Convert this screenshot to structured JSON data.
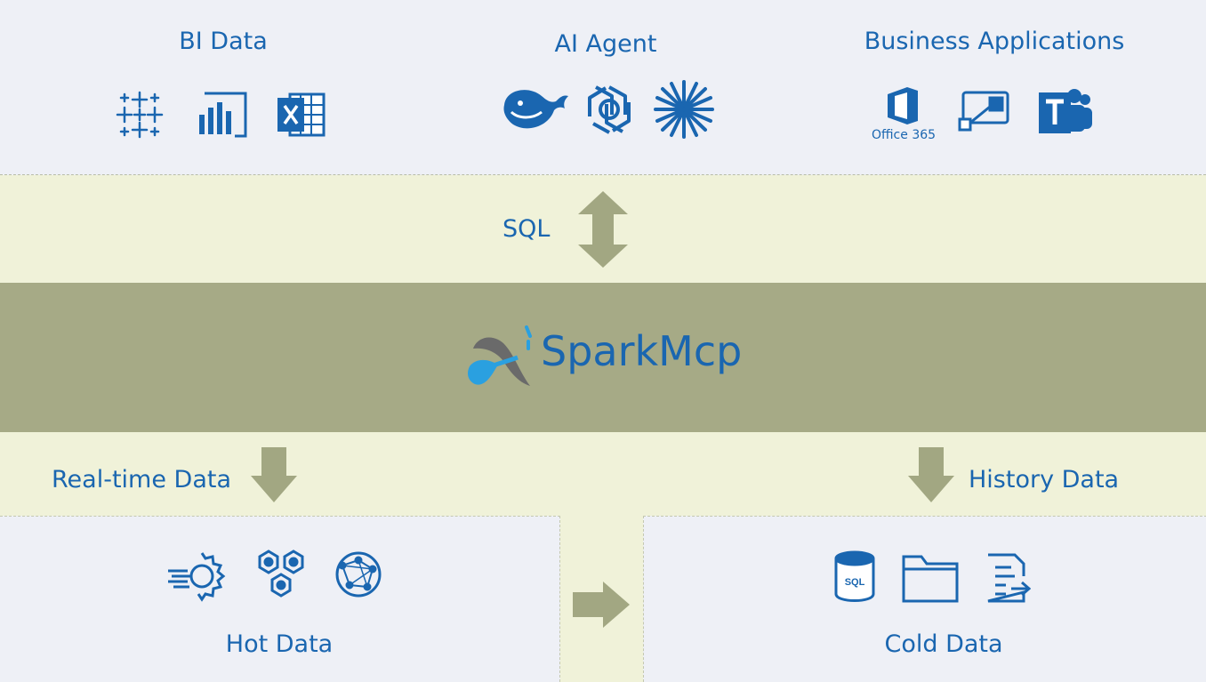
{
  "top": {
    "bi": {
      "title": "BI Data",
      "icons": [
        "tableau-icon",
        "power-bi-icon",
        "excel-icon"
      ]
    },
    "ai": {
      "title": "AI Agent",
      "icons": [
        "deepseek-whale-icon",
        "openai-icon",
        "claude-starburst-icon"
      ]
    },
    "business": {
      "title": "Business Applications",
      "office_caption": "Office 365",
      "icons": [
        "office-365-icon",
        "power-automate-icon",
        "teams-icon"
      ]
    }
  },
  "sql_label": "SQL",
  "brand": {
    "name": "SparkMcp"
  },
  "flows": {
    "realtime": "Real-time Data",
    "history": "History Data"
  },
  "bottom": {
    "hot": {
      "title": "Hot Data",
      "icons": [
        "stream-gear-icon",
        "hexagon-cluster-icon",
        "network-globe-icon"
      ]
    },
    "cold": {
      "title": "Cold Data",
      "icons": [
        "sql-database-icon",
        "folder-icon",
        "document-export-icon"
      ]
    }
  },
  "colors": {
    "text": "#1a66b0",
    "arrow": "#a2a782",
    "band": "#a6aa86",
    "panel": "#eef0f6",
    "background": "#f0f2d9"
  }
}
